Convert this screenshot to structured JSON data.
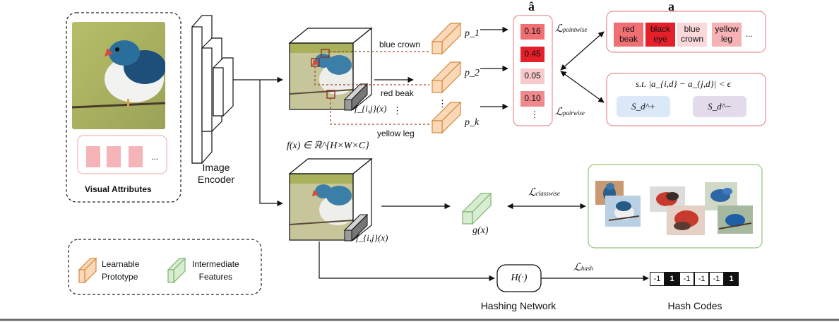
{
  "visual_attributes_panel": {
    "title": "Visual Attributes",
    "ellipsis": "..."
  },
  "image_encoder": {
    "label": "Image\nEncoder"
  },
  "feature_map_top": {
    "patch_feature": "f_{i,j}(x)",
    "dots": "⋮"
  },
  "attribute_links": [
    "blue crown",
    "red beak",
    "yellow leg"
  ],
  "prototypes": [
    "p_1",
    "p_2",
    "p_k"
  ],
  "prototype_dots": "⋮",
  "feature_map_formula": "f(x) ∈ ℝ^{H×W×C}",
  "feature_map_bottom": {
    "patch_feature": "f_{i,j}(x)"
  },
  "predicted_attributes": {
    "header": "â",
    "values": [
      "0.16",
      "0.45",
      "0.05",
      "0.10"
    ],
    "dots": "⋮",
    "colors": [
      "#ef6f73",
      "#e5202b",
      "#f8c9cb",
      "#f0898d"
    ]
  },
  "losses": {
    "pointwise": "pointwise",
    "pairwise": "pairwise",
    "classwise": "classwise",
    "hash": "hash"
  },
  "ground_truth_attributes": {
    "header": "a",
    "cells": [
      {
        "text": "red\nbeak",
        "color": "#ef6f73"
      },
      {
        "text": "black\neye",
        "color": "#e5202b"
      },
      {
        "text": "blue\ncrown",
        "color": "#fbd9db"
      },
      {
        "text": "yellow\nleg",
        "color": "#f5b3b6"
      }
    ],
    "ellipsis": "..."
  },
  "pairwise_constraint": {
    "formula": "s.t. |a_{i,d} − a_{j,d}| < ϵ",
    "positive_set": "S_d^+",
    "negative_set": "S_d^−",
    "positive_color": "#dbe8f7",
    "negative_color": "#e3dbea"
  },
  "intermediate_feature": {
    "label": "g(x)"
  },
  "hashing_network": {
    "symbol": "H(·)",
    "caption": "Hashing Network"
  },
  "hash_codes": {
    "caption": "Hash Codes",
    "bits": [
      "-1",
      "1",
      "-1",
      "-1",
      "-1",
      "1"
    ]
  },
  "legend": {
    "learnable": "Learnable\nPrototype",
    "intermediate": "Intermediate\nFeatures"
  },
  "colors": {
    "prototype_fill": "#fbd9b8",
    "prototype_stroke": "#d18a3c",
    "feature_fill": "#d7ecd0",
    "feature_stroke": "#7eb56f",
    "arrow": "#111111",
    "dashed_link": "#a0432a",
    "red_panel_border": "#e88f92",
    "green_panel_border": "#93c47d"
  }
}
